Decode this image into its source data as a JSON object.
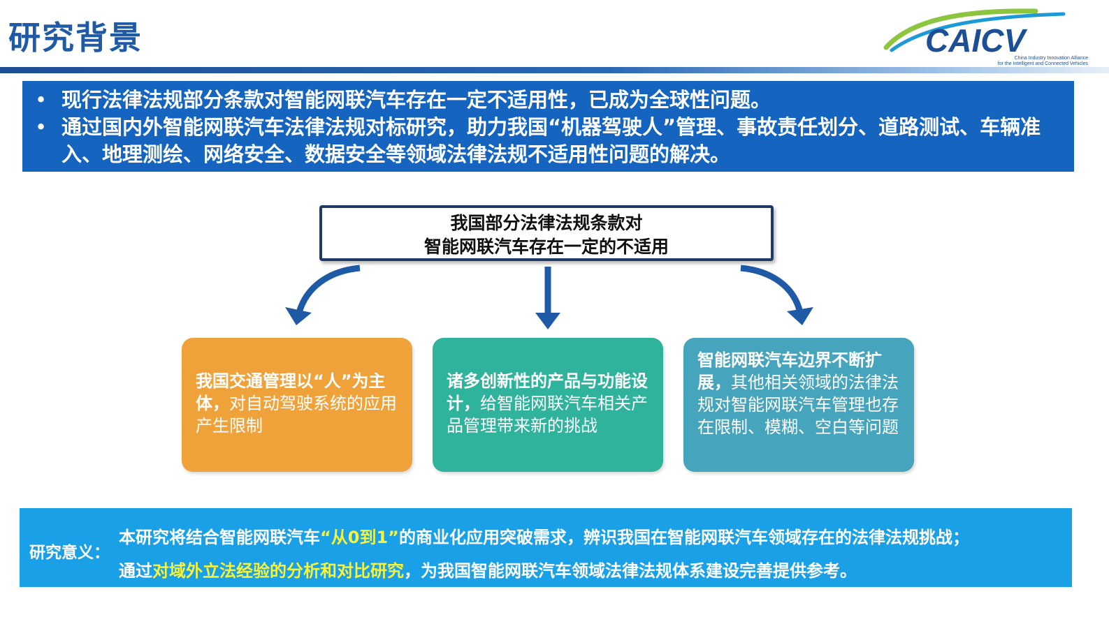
{
  "header": {
    "title": "研究背景",
    "logo_text": "CAICV",
    "logo_subtitle_1": "China Industry Innovation Alliance",
    "logo_subtitle_2": "for the Intelligent and Connected Vehicles"
  },
  "top_banner": {
    "bullets": [
      "现行法律法规部分条款对智能网联汽车存在一定不适用性，已成为全球性问题。",
      "通过国内外智能网联汽车法律法规对标研究，助力我国“机器驾驶人”管理、事故责任划分、道路测试、车辆准入、地理测绘、网络安全、数据安全等领域法律法规不适用性问题的解决。"
    ]
  },
  "center_box": {
    "line1": "我国部分法律法规条款对",
    "line2": "智能网联汽车存在一定的不适用"
  },
  "cards": [
    {
      "bold": "我国交通管理以“人”为主体，",
      "rest": "对自动驾驶系统的应用产生限制"
    },
    {
      "bold": "诸多创新性的产品与功能设计，",
      "rest": "给智能网联汽车相关产品管理带来新的挑战"
    },
    {
      "bold": "智能网联汽车边界不断扩展，",
      "rest": "其他相关领域的法律法规对智能网联汽车管理也存在限制、模糊、空白等问题"
    }
  ],
  "bottom_banner": {
    "label": "研究意义：",
    "line1_pre": "本研究将结合智能网联汽车",
    "line1_hl": "“从0到1”",
    "line1_post": "的商业化应用突破需求，辨识我国在智能网联汽车领域存在的法律法规挑战；",
    "line2_pre": "通过",
    "line2_hl": "对域外立法经验的分析和对比研究",
    "line2_post": "，为我国智能网联汽车领域法律法规体系建设完善提供参考。"
  },
  "colors": {
    "title": "#1f5aa6",
    "top_banner_bg": "#1565c0",
    "card_orange": "#f0a23a",
    "card_teal": "#2fb39c",
    "card_blue": "#46a4bd",
    "bottom_banner_bg": "#1aa0e6",
    "highlight_yellow": "#f7f23a",
    "arrow": "#1f5aa6"
  }
}
